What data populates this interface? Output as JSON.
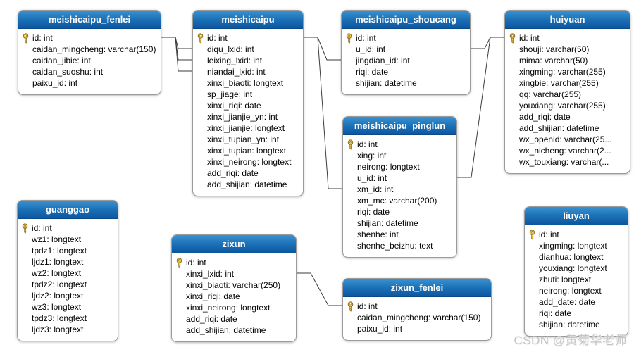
{
  "diagram": {
    "watermark": "CSDN @黄菊华老师",
    "colors": {
      "header_top": "#3a92d2",
      "header_bottom": "#0d56a0",
      "line": "#3b3b3b",
      "border": "#9b9b9b",
      "key_gold": "#f6c944"
    },
    "tables": [
      {
        "name": "meishicaipu_fenlei",
        "fields": [
          "id: int",
          "caidan_mingcheng: varchar(150)",
          "caidan_jibie: int",
          "caidan_suoshu: int",
          "paixu_id: int"
        ]
      },
      {
        "name": "meishicaipu",
        "fields": [
          "id: int",
          "diqu_lxid: int",
          "leixing_lxid: int",
          "niandai_lxid: int",
          "xinxi_biaoti: longtext",
          "sp_jiage: int",
          "xinxi_riqi: date",
          "xinxi_jianjie_yn: int",
          "xinxi_jianjie: longtext",
          "xinxi_tupian_yn: int",
          "xinxi_tupian: longtext",
          "xinxi_neirong: longtext",
          "add_riqi: date",
          "add_shijian: datetime"
        ]
      },
      {
        "name": "meishicaipu_shoucang",
        "fields": [
          "id: int",
          "u_id: int",
          "jingdian_id: int",
          "riqi: date",
          "shijian: datetime"
        ]
      },
      {
        "name": "huiyuan",
        "fields": [
          "id: int",
          "shouji: varchar(50)",
          "mima: varchar(50)",
          "xingming: varchar(255)",
          "xingbie: varchar(255)",
          "qq: varchar(255)",
          "youxiang: varchar(255)",
          "add_riqi: date",
          "add_shijian: datetime",
          "wx_openid: varchar(25...",
          "wx_nicheng: varchar(2...",
          "wx_touxiang: varchar(..."
        ]
      },
      {
        "name": "meishicaipu_pinglun",
        "fields": [
          "id: int",
          "xing: int",
          "neirong: longtext",
          "u_id: int",
          "xm_id: int",
          "xm_mc: varchar(200)",
          "riqi: date",
          "shijian: datetime",
          "shenhe: int",
          "shenhe_beizhu: text"
        ]
      },
      {
        "name": "guanggao",
        "fields": [
          "id: int",
          "wz1: longtext",
          "tpdz1: longtext",
          "ljdz1: longtext",
          "wz2: longtext",
          "tpdz2: longtext",
          "ljdz2: longtext",
          "wz3: longtext",
          "tpdz3: longtext",
          "ljdz3: longtext"
        ]
      },
      {
        "name": "zixun",
        "fields": [
          "id: int",
          "xinxi_lxid: int",
          "xinxi_biaoti: varchar(250)",
          "xinxi_riqi: date",
          "xinxi_neirong: longtext",
          "add_riqi: date",
          "add_shijian: datetime"
        ]
      },
      {
        "name": "zixun_fenlei",
        "fields": [
          "id: int",
          "caidan_mingcheng: varchar(150)",
          "paixu_id: int"
        ]
      },
      {
        "name": "liuyan",
        "fields": [
          "id: int",
          "xingming: longtext",
          "dianhua: longtext",
          "youxiang: longtext",
          "zhuti: longtext",
          "neirong: longtext",
          "add_date: date",
          "riqi: date",
          "shijian: datetime"
        ]
      }
    ],
    "relationships": [
      {
        "from": "meishicaipu_fenlei.id",
        "to": "meishicaipu.diqu_lxid"
      },
      {
        "from": "meishicaipu_fenlei.id",
        "to": "meishicaipu.leixing_lxid"
      },
      {
        "from": "meishicaipu_fenlei.id",
        "to": "meishicaipu.niandai_lxid"
      },
      {
        "from": "meishicaipu.id",
        "to": "meishicaipu_shoucang.jingdian_id"
      },
      {
        "from": "meishicaipu.id",
        "to": "meishicaipu_pinglun.xm_id"
      },
      {
        "from": "meishicaipu_shoucang.u_id",
        "to": "huiyuan.id"
      },
      {
        "from": "meishicaipu_pinglun.u_id",
        "to": "huiyuan.id"
      },
      {
        "from": "zixun.xinxi_lxid",
        "to": "zixun_fenlei.id"
      }
    ]
  }
}
